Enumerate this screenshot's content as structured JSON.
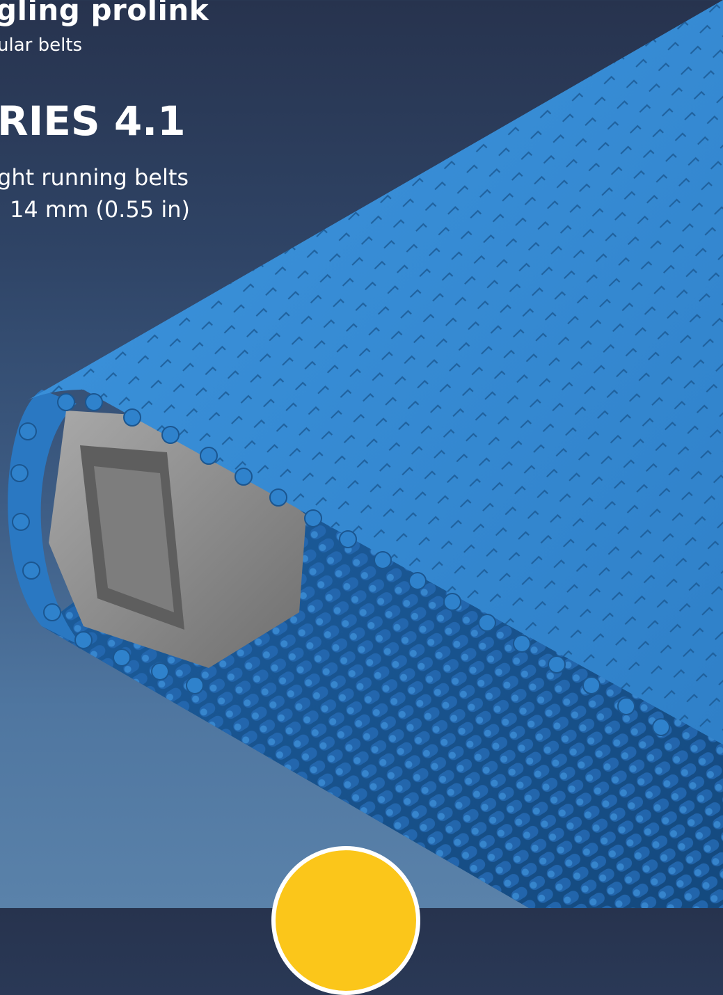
{
  "brochure": {
    "brand": "gling prolink",
    "tagline": "ular belts",
    "series_title": "RIES 4.1",
    "features": [
      "ght running belts",
      "14 mm (0.55 in)"
    ]
  },
  "colors": {
    "background_top": "#27334e",
    "background_bottom": "#5a82aa",
    "belt_blue": "#3a8fd6",
    "belt_dark": "#1f5f9e",
    "sprocket_grey": "#8a8a8a",
    "badge_yellow": "#fbc61a"
  },
  "image": {
    "subject": "blue modular conveyor belt wrapped around grey sprocket"
  }
}
